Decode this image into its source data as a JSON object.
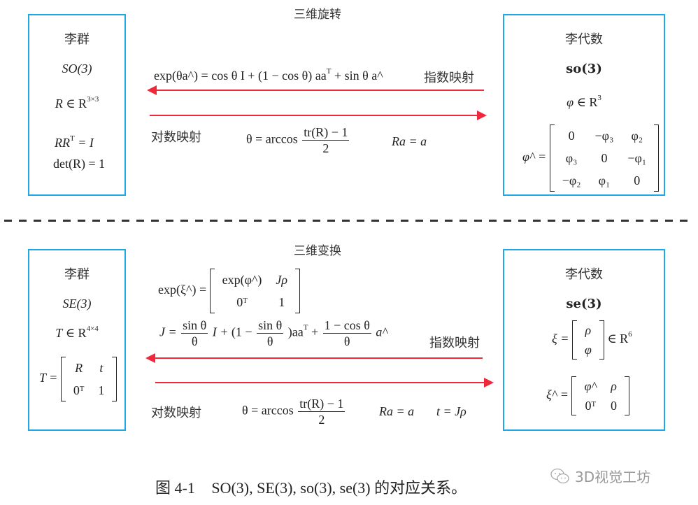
{
  "top": {
    "title": "三维旋转",
    "left_box": {
      "heading": "李群",
      "group": "SO(3)",
      "membership": {
        "var": "R",
        "space": "R",
        "dim": "3×3"
      },
      "constraint1": {
        "lhs": "RR",
        "sup": "T",
        "rhs": "= I"
      },
      "constraint2": "det(R) = 1"
    },
    "exp_formula": {
      "lhs": "exp(θa^)",
      "eq": "= cos θ I + (1 − cos θ) aa",
      "sup_T": "T",
      "tail": "+ sin θ a^"
    },
    "exp_label": "指数映射",
    "log_label": "对数映射",
    "log_formula": {
      "lhs": "θ = arccos",
      "num": "tr(R) − 1",
      "den": "2"
    },
    "axis_eq": "Ra = a",
    "right_box": {
      "heading": "李代数",
      "algebra": "so(3)",
      "membership": {
        "var": "φ",
        "space": "R",
        "dim": "3"
      },
      "hat_lhs": "φ^ =",
      "hat_matrix": [
        [
          "0",
          "−φ₃",
          "φ₂"
        ],
        [
          "φ₃",
          "0",
          "−φ₁"
        ],
        [
          "−φ₂",
          "φ₁",
          "0"
        ]
      ]
    }
  },
  "bottom": {
    "title": "三维变换",
    "left_box": {
      "heading": "李群",
      "group": "SE(3)",
      "membership": {
        "var": "T",
        "space": "R",
        "dim": "4×4"
      },
      "T_lhs": "T =",
      "T_matrix": [
        [
          "R",
          "t"
        ],
        [
          "0ᵀ",
          "1"
        ]
      ]
    },
    "exp_formula": {
      "lhs": "exp(ξ^) =",
      "matrix": [
        [
          "exp(φ^)",
          "Jρ"
        ],
        [
          "0ᵀ",
          "1"
        ]
      ]
    },
    "J_formula": {
      "lhs": "J =",
      "f1_num": "sin θ",
      "f1_den": "θ",
      "mid1": "I +",
      "paren_open": "(1 −",
      "f2_num": "sin θ",
      "f2_den": "θ",
      "paren_close": ")aa",
      "sup_T": "T",
      "plus": "+",
      "f3_num": "1 − cos θ",
      "f3_den": "θ",
      "tail": "a^"
    },
    "exp_label": "指数映射",
    "log_label": "对数映射",
    "log_formula": {
      "lhs": "θ = arccos",
      "num": "tr(R) − 1",
      "den": "2"
    },
    "axis_eq": "Ra = a",
    "trans_eq": "t = Jρ",
    "right_box": {
      "heading": "李代数",
      "algebra": "se(3)",
      "xi_lhs": "ξ =",
      "xi_vec": [
        "ρ",
        "φ"
      ],
      "xi_space": "∈ R",
      "xi_dim": "6",
      "xihat_lhs": "ξ^ =",
      "xihat_matrix": [
        [
          "φ^",
          "ρ"
        ],
        [
          "0ᵀ",
          "0"
        ]
      ]
    }
  },
  "caption": {
    "label": "图 4-1",
    "text": "SO(3), SE(3), so(3), se(3) 的对应关系。"
  },
  "watermark": "3D视觉工坊",
  "colors": {
    "box_border": "#1fa8e6",
    "arrow": "#f0283c",
    "dash": "#333333"
  }
}
